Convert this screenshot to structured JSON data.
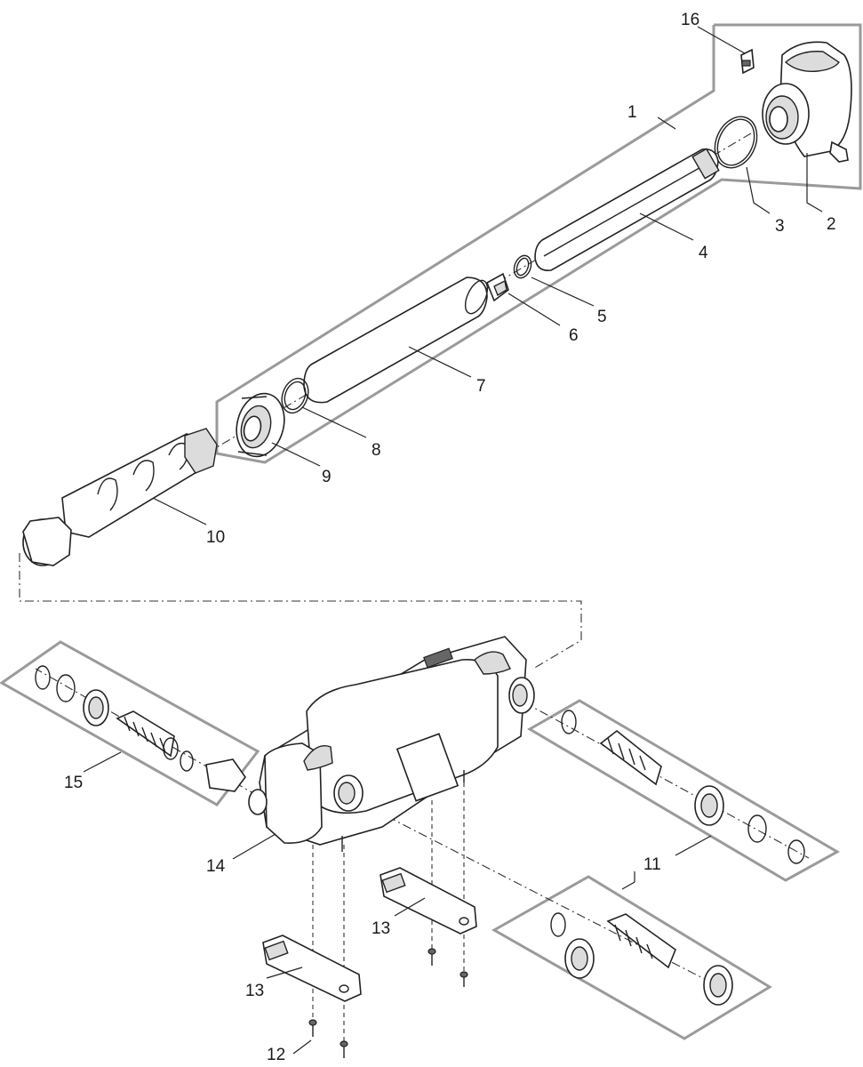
{
  "callouts": [
    {
      "id": "c1",
      "text": "1"
    },
    {
      "id": "c2",
      "text": "2"
    },
    {
      "id": "c3",
      "text": "3"
    },
    {
      "id": "c4",
      "text": "4"
    },
    {
      "id": "c5",
      "text": "5"
    },
    {
      "id": "c6",
      "text": "6"
    },
    {
      "id": "c7",
      "text": "7"
    },
    {
      "id": "c8",
      "text": "8"
    },
    {
      "id": "c9",
      "text": "9"
    },
    {
      "id": "c10",
      "text": "10"
    },
    {
      "id": "c11",
      "text": "11"
    },
    {
      "id": "c12",
      "text": "12"
    },
    {
      "id": "c13a",
      "text": "13"
    },
    {
      "id": "c13b",
      "text": "13"
    },
    {
      "id": "c14",
      "text": "14"
    },
    {
      "id": "c15",
      "text": "15"
    },
    {
      "id": "c16",
      "text": "16"
    }
  ]
}
